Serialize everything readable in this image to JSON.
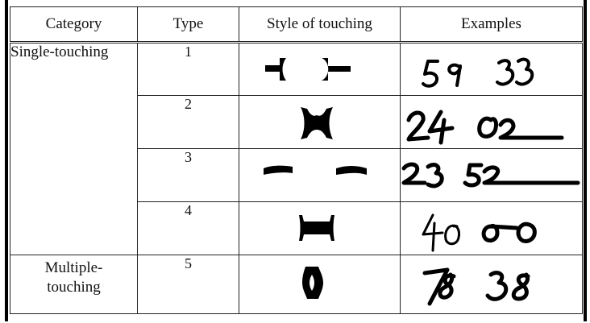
{
  "table": {
    "headers": {
      "category": "Category",
      "type": "Type",
      "style": "Style of touching",
      "examples": "Examples"
    },
    "rows": [
      {
        "category": "Single-touching",
        "type": "1",
        "example": "59 33"
      },
      {
        "category": "",
        "type": "2",
        "example": "24 02"
      },
      {
        "category": "",
        "type": "3",
        "example": "23 52"
      },
      {
        "category": "",
        "type": "4",
        "example": "40 00"
      },
      {
        "category": "Multiple-touching",
        "category_lines": [
          "Multiple-",
          "touching"
        ],
        "type": "5",
        "example": "78 38"
      }
    ]
  }
}
